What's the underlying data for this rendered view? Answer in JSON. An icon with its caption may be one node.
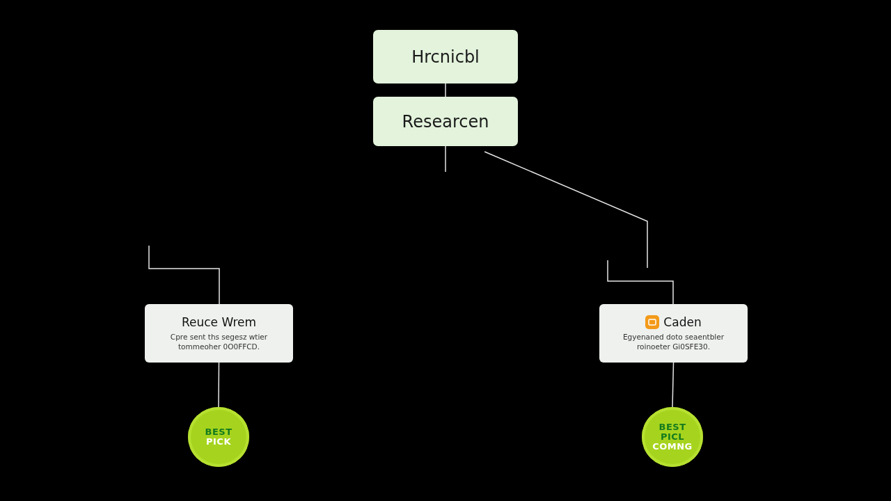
{
  "diagram": {
    "nodes": [
      {
        "text": [
          "Hrcnicbl"
        ]
      },
      {
        "text": [
          "Researcen"
        ]
      },
      {
        "text": [
          "Reuce Wrem",
          "Cpre sent ths segesz wtier tommeoher 0O0FFCD."
        ]
      },
      {
        "text": [
          "Caden",
          "Egyenaned doto seaentbler roinoeter Gi0SFE30."
        ]
      },
      {
        "text": [
          "BEST",
          "PICK"
        ]
      },
      {
        "text": [
          "BEST",
          "PICL",
          "COMNG"
        ]
      }
    ],
    "edges": [
      {
        "from": 0,
        "to": 1,
        "arrow": "none"
      },
      {
        "from": 1,
        "to": null,
        "arrow": "none"
      },
      {
        "from": 1,
        "to": null,
        "arrow": "none"
      },
      {
        "from": null,
        "to": 2,
        "arrow": "none"
      },
      {
        "from": null,
        "to": 3,
        "arrow": "none"
      },
      {
        "from": 2,
        "to": 4,
        "arrow": "none"
      },
      {
        "from": 3,
        "to": 5,
        "arrow": "none"
      }
    ]
  }
}
